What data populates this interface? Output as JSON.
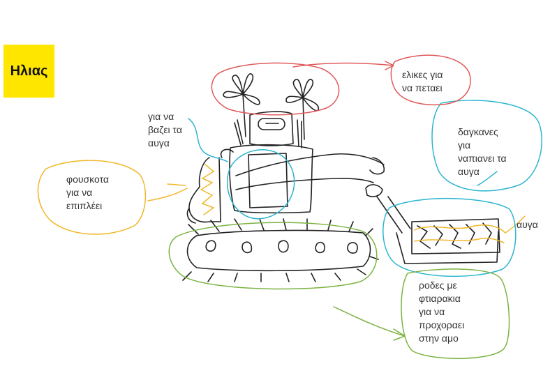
{
  "sticky_note": {
    "name": "Ηλιας",
    "color": "#ffe600"
  },
  "colors": {
    "ink": "#222222",
    "red": "#e05a5a",
    "blue": "#2db5cf",
    "yellow": "#f2b72a",
    "green": "#7cb342"
  },
  "annotations": {
    "propellers": "ελικες για\nνα πεταει",
    "eggs_hatch": "για να\nβαζει τα\nαυγα",
    "claws": "δαγκανες\nγια\nναπιανει τα\nαυγα",
    "bubbles": "φουσκοτα\nγια να\nεπιπλέει",
    "eggs": "αυγα",
    "wheels": "ροδες με\nφτιαρακια\nγια να\nπροχοραει\nστην αμο"
  }
}
